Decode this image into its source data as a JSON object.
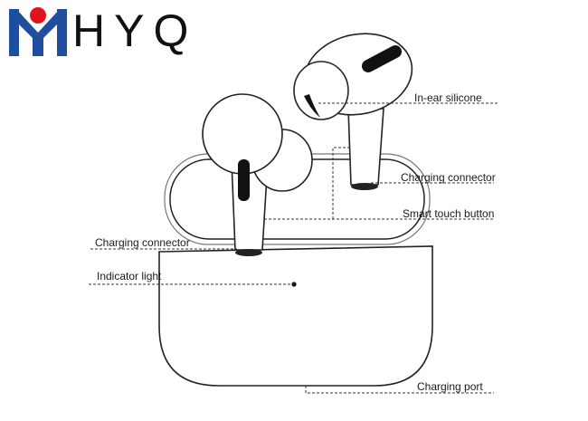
{
  "brand": {
    "name": "HYQ",
    "colors": {
      "blue": "#1f4e9e",
      "red": "#e0151b",
      "text": "#111111"
    }
  },
  "labels": {
    "in_ear_silicone": "In-ear silicone",
    "charging_connector_right": "Charging connector",
    "smart_touch_button": "Smart touch button",
    "charging_connector_left": "Charging connector",
    "indicator_light": "Indicator light",
    "charging_port": "Charging port"
  }
}
